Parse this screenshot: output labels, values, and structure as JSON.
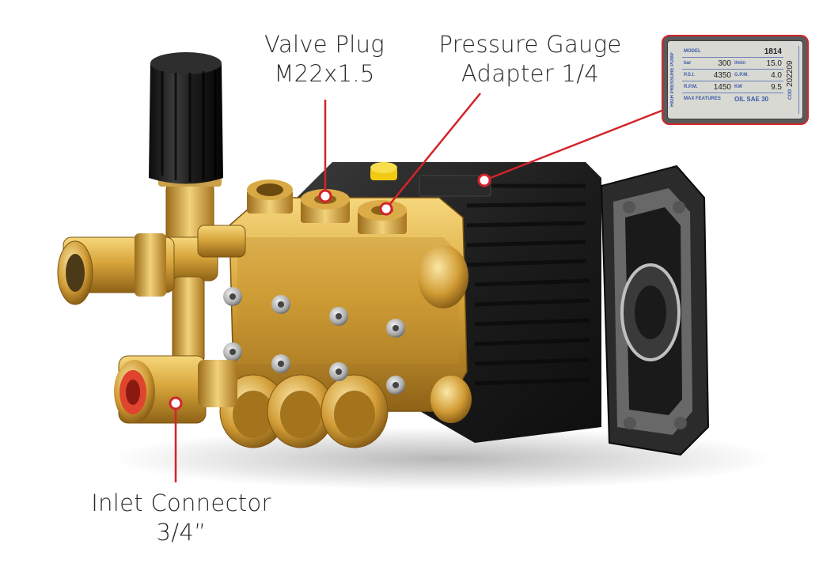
{
  "callouts": {
    "valve_plug": {
      "line1": "Valve Plug",
      "line2": "M22x1.5"
    },
    "gauge_adapter": {
      "line1": "Pressure Gauge",
      "line2": "Adapter 1/4"
    },
    "inlet": {
      "line1": "Inlet Connector",
      "line2": "3/4”"
    }
  },
  "nameplate": {
    "side_text": "HIGH PRESSURE PUMP",
    "model_label": "MODEL",
    "model_value": "1814",
    "bar_label": "bar",
    "bar_value": "300",
    "lmin_label": "l/min",
    "lmin_value": "15.0",
    "psi_label": "P.S.I.",
    "psi_value": "4350",
    "gpm_label": "G.P.M.",
    "gpm_value": "4.0",
    "rpm_label": "R.P.M.",
    "rpm_value": "1450",
    "kw_label": "KW",
    "kw_value": "9.5",
    "max_label": "MAX FEATURES",
    "oil_label": "OIL SAE 30",
    "cod_label": "COD",
    "cod_value": "202209"
  },
  "colors": {
    "accent": "#d3242a",
    "brass": "#d4a33a",
    "brass_dark": "#9c6d17",
    "body_black": "#1f1f1f",
    "inlet_red": "#e0442e",
    "plug_yellow": "#f2c913"
  },
  "icons": {
    "pump": "pressure-washer-pump-image"
  }
}
